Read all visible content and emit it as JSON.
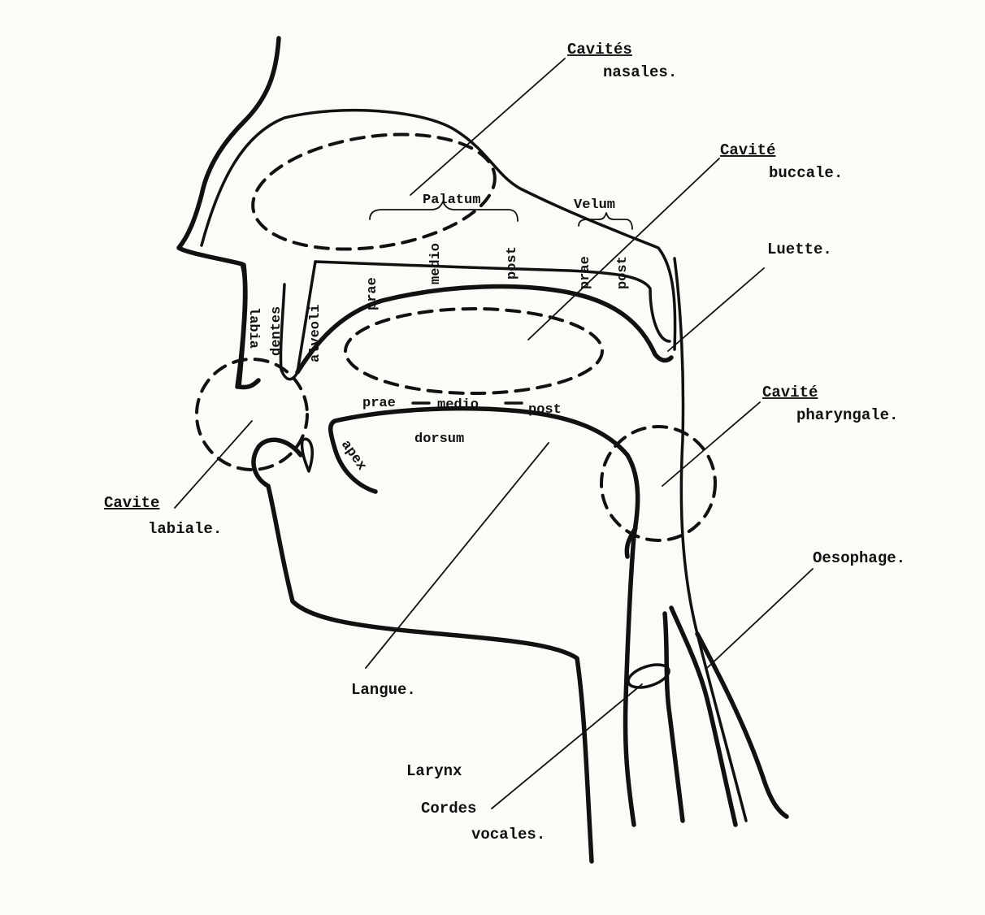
{
  "labels": {
    "cavites_nasales_1": "Cavités",
    "cavites_nasales_2": "nasales.",
    "cavite_buccale_1": "Cavité",
    "cavite_buccale_2": "buccale.",
    "luette": "Luette.",
    "cavite_pharyngale_1": "Cavité",
    "cavite_pharyngale_2": "pharyngale.",
    "oesophage": "Oesophage.",
    "cavite_labiale_1": "Cavite",
    "cavite_labiale_2": "labiale.",
    "langue": "Langue.",
    "larynx": "Larynx",
    "cordes_vocales_1": "Cordes",
    "cordes_vocales_2": "vocales.",
    "palatum": "Palatum",
    "velum": "Velum",
    "labia": "labia",
    "dentes": "dentes",
    "alveoli": "alveoli",
    "palatum_prae": "prae",
    "palatum_medio": "medio",
    "palatum_post": "post",
    "velum_prae": "prae",
    "velum_post": "post",
    "dorsum_prae": "prae",
    "dorsum_medio": "medio",
    "dorsum_post": "post",
    "dorsum": "dorsum",
    "apex": "apex"
  }
}
